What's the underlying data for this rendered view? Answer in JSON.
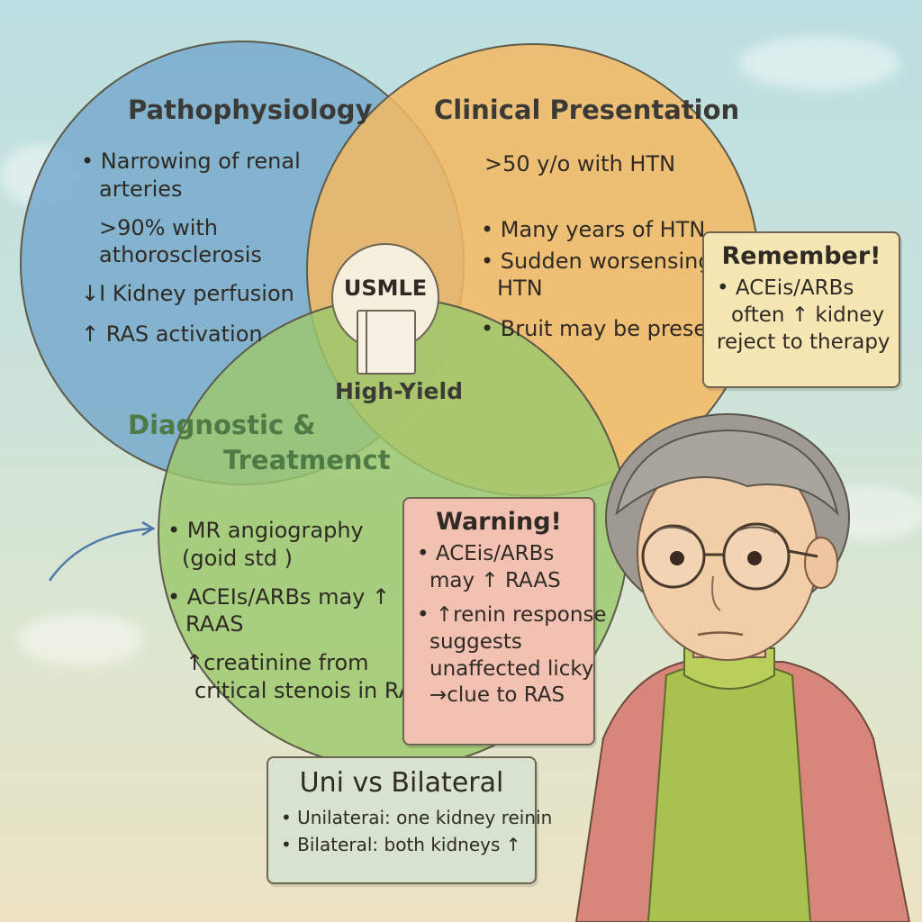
{
  "usmle": {
    "badge": "USMLE",
    "caption": "High-Yield"
  },
  "pathophysiology": {
    "title": "Pathophysiology",
    "lines": [
      "• Narrowing of renal",
      "arteries",
      ">90% with",
      "athorosclerosis",
      "↓I Kidney perfusion",
      "↑ RAS activation"
    ]
  },
  "clinical": {
    "title": "Clinical Presentation",
    "lines": [
      ">50 y/o with HTN",
      "• Many years of HTN",
      "• Sudden worsensing",
      "HTN",
      "• Bruit may be present"
    ]
  },
  "diagnostic": {
    "title_line1": "Diagnostic &",
    "title_line2": "Treatmenct",
    "lines": [
      "• MR angiography",
      "(goid std )",
      "• ACEIs/ARBs may ↑",
      "RAAS",
      "↑creatinine from",
      "critical stenois in RAS"
    ]
  },
  "remember": {
    "title": "Remember!",
    "lines": [
      "• ACEis/ARBs",
      "often ↑ kidney",
      "reject to therapy"
    ]
  },
  "warning": {
    "title": "Warning!",
    "lines": [
      "• ACEis/ARBs",
      "may ↑ RAAS",
      "• ↑renin response",
      "suggests",
      "unaffected licky",
      "→clue to RAS"
    ]
  },
  "uni_bilateral": {
    "title": "Uni vs Bilateral",
    "lines": [
      "• Unilaterai: one kidney reinin",
      "• Bilateral: both kidneys ↑"
    ]
  },
  "colors": {
    "pathophysiology": "#78aacd",
    "clinical": "#f4b962",
    "diagnostic": "#9cc86c",
    "remember": "#f6e6b4",
    "warning": "#f2c1b2",
    "uni_bilateral": "#d7e2cf"
  },
  "icons": {
    "arrow": "curved-arrow-icon",
    "book": "book-icon"
  }
}
